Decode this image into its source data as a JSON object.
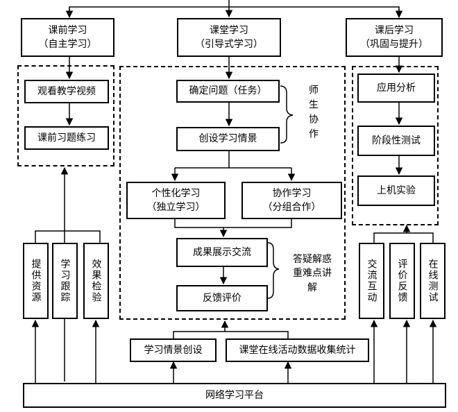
{
  "columns": {
    "pre": {
      "title": "课前学习",
      "subtitle": "（自主学习）"
    },
    "class": {
      "title": "课堂学习",
      "subtitle": "（引导式学习）"
    },
    "post": {
      "title": "课后学习",
      "subtitle": "（巩固与提升）"
    }
  },
  "pre_steps": [
    "观看教学视频",
    "课前习题练习"
  ],
  "class_steps": {
    "define": "确定问题（任务）",
    "create": "创设学习情景",
    "individual": {
      "title": "个性化学习",
      "subtitle": "（独立学习）"
    },
    "collab": {
      "title": "协作学习",
      "subtitle": "（分组合作）"
    },
    "show": "成果展示交流",
    "feedback": "反馈评价"
  },
  "notes": {
    "teacher_student": "师生协作",
    "qa": [
      "答疑解惑",
      "重难点讲",
      "解"
    ]
  },
  "post_steps": [
    "应用分析",
    "阶段性测试",
    "上机实验"
  ],
  "left_supports": [
    "提供资源",
    "学习跟踪",
    "效果检验"
  ],
  "right_supports": [
    "交流互动",
    "评价反馈",
    "在线测试"
  ],
  "bottom_tools": [
    "学习情景创设",
    "课堂在线活动数据收集统计"
  ],
  "platform": "网络学习平台"
}
